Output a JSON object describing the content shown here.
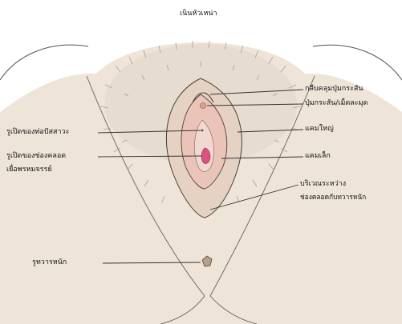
{
  "title": "เนินหัวเหน่า",
  "labels_right": {
    "clitoral_hood": "กลีบคลุมปุ่มกระสัน",
    "clitoris": "ปุ่มกระสัน/เม็ดละมุด",
    "labia_majora": "แคมใหญ่",
    "labia_minora": "แคมเล็ก",
    "perineum_line1": "บริเวณระหว่าง",
    "perineum_line2": "ช่องคลอดกับทวารหนัก"
  },
  "labels_left": {
    "urethral_opening": "รูเปิดของท่อปัสสาวะ",
    "vaginal_opening": "รูเปิดของช่องคลอด",
    "hymen": "เยื่อพรหมจรรย์",
    "anus": "รูทวารหนัก"
  },
  "colors": {
    "skin": "#eee4d8",
    "skin_shadow": "#d9c9b8",
    "hair": "#a8a29a",
    "outline": "#4a4038",
    "inner_pink": "#e7b4b0",
    "vaginal_opening": "#d6547e",
    "leader_line": "#333333"
  }
}
